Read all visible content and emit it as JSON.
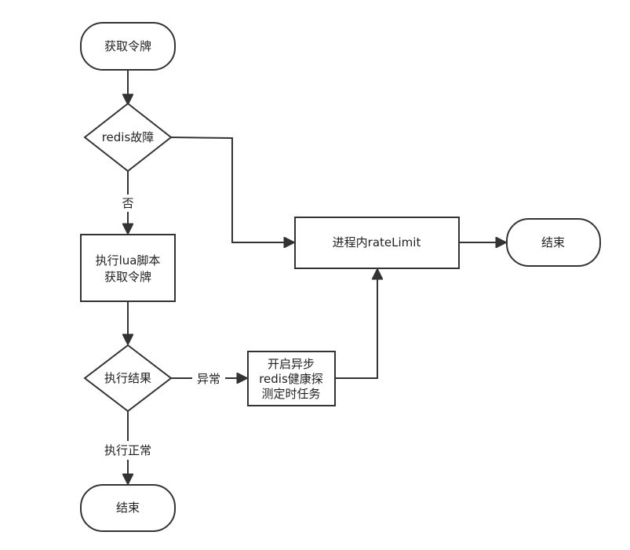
{
  "nodes": {
    "get_token": {
      "label": "获取令牌",
      "shape": "terminal"
    },
    "redis_fault": {
      "label": "redis故障",
      "shape": "decision"
    },
    "exec_lua": {
      "lines": [
        "执行lua脚本",
        "获取令牌"
      ],
      "shape": "process"
    },
    "exec_result": {
      "label": "执行结果",
      "shape": "decision"
    },
    "end_bottom": {
      "label": "结束",
      "shape": "terminal"
    },
    "async_probe": {
      "lines": [
        "开启异步",
        "redis健康探",
        "测定时任务"
      ],
      "shape": "process"
    },
    "local_ratelimit": {
      "label": "进程内rateLimit",
      "shape": "process"
    },
    "end_right": {
      "label": "结束",
      "shape": "terminal"
    }
  },
  "edges": {
    "fault_no": {
      "label": "否"
    },
    "result_exception": {
      "label": "异常"
    },
    "result_normal": {
      "label": "执行正常"
    }
  },
  "colors": {
    "stroke": "#333333",
    "fill": "#ffffff",
    "text": "#222222"
  }
}
